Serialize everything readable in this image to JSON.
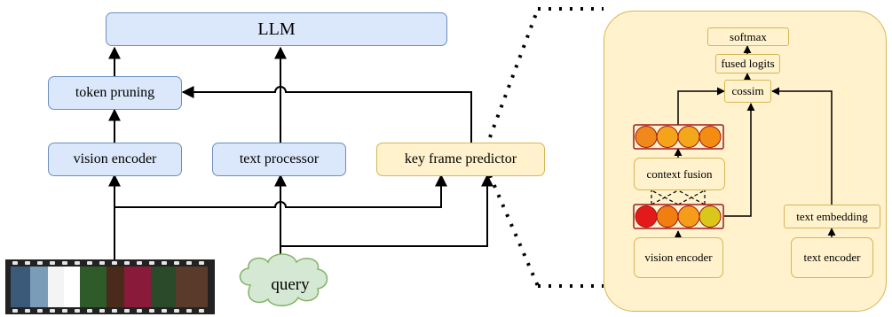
{
  "main": {
    "llm": "LLM",
    "token_pruning": "token pruning",
    "vision_encoder": "vision encoder",
    "text_processor": "text processor",
    "key_frame_predictor": "key frame predictor",
    "query": "query"
  },
  "detail": {
    "softmax": "softmax",
    "fused_logits": "fused logits",
    "cossim": "cossim",
    "context_fusion": "context fusion",
    "text_embedding": "text embedding",
    "vision_encoder": "vision encoder",
    "text_encoder": "text encoder"
  },
  "colors": {
    "blue_fill": "#dbe8fb",
    "blue_border": "#6c8ebf",
    "yellow_fill": "#fff2cc",
    "yellow_border": "#d6b656",
    "cloud_fill": "#d5e8d4",
    "cloud_border": "#82b366",
    "token_top": [
      "#f0891b",
      "#f5a41a",
      "#f2a818",
      "#f28c12"
    ],
    "token_bottom": [
      "#e31a1a",
      "#f07e10",
      "#f59c1a",
      "#d9c81a"
    ]
  }
}
